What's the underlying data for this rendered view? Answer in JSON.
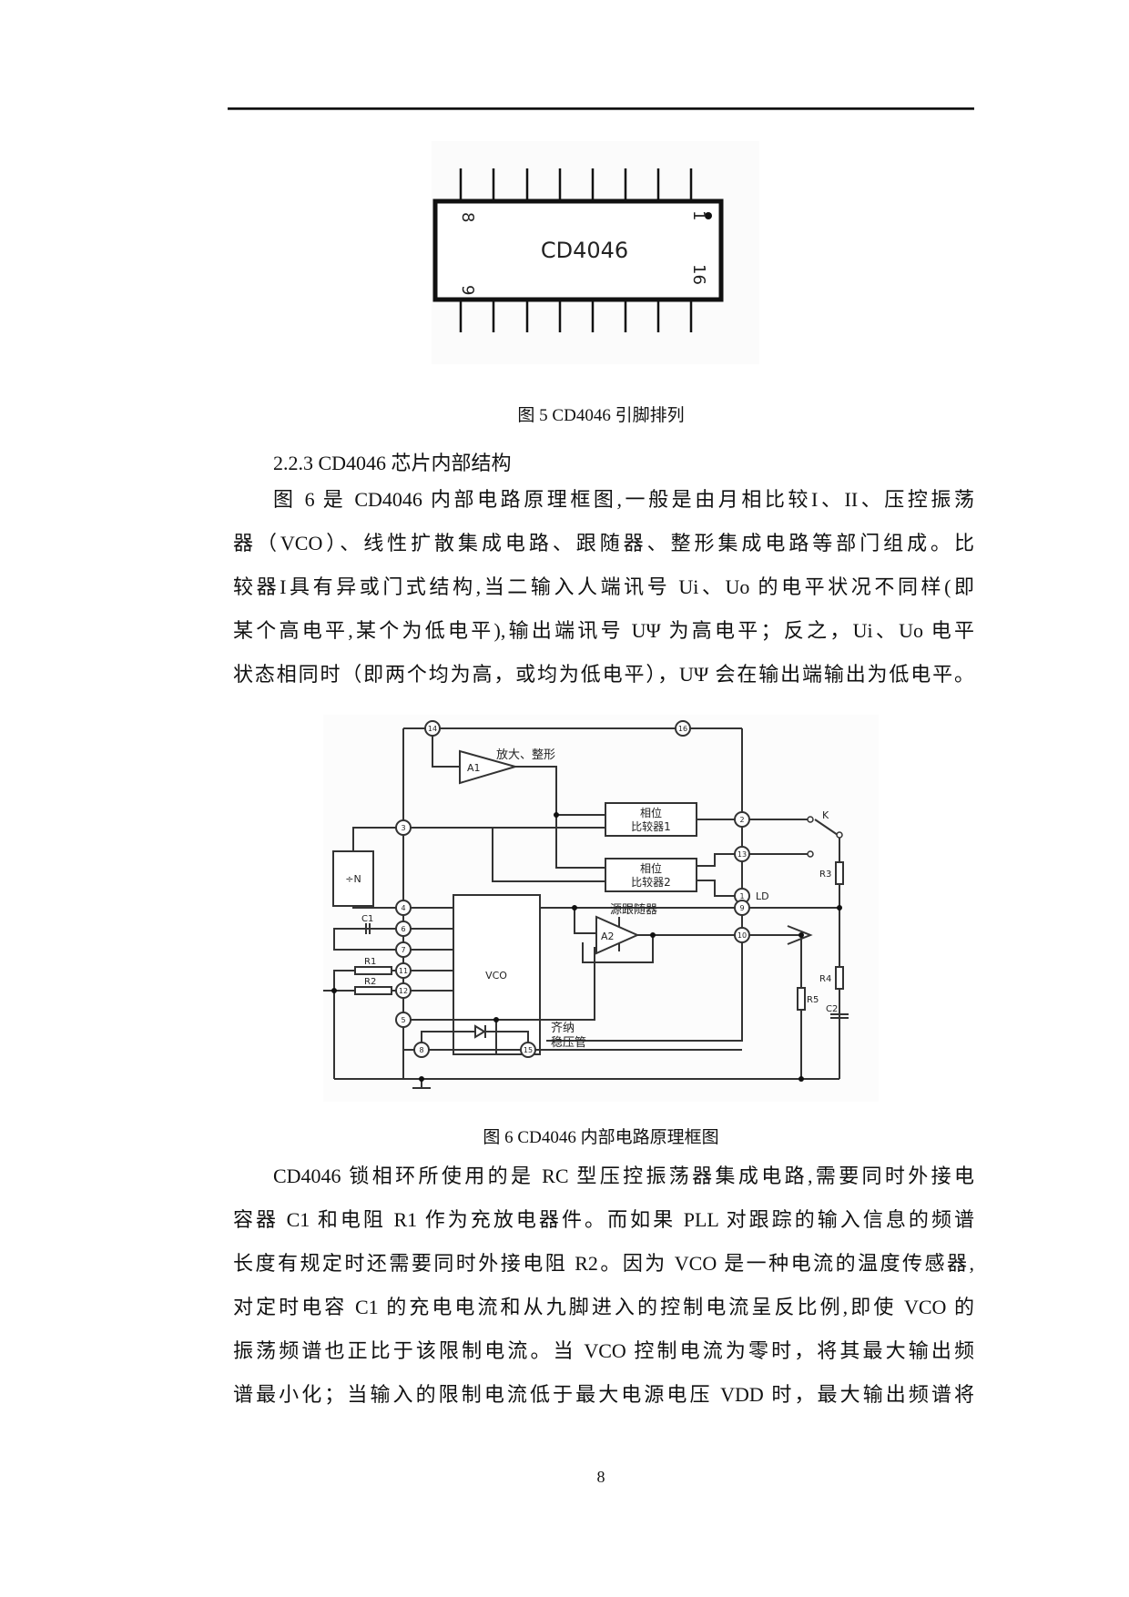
{
  "page": {
    "page_number": "8"
  },
  "figure5": {
    "chip_label": "CD4046",
    "pin_labels": {
      "top_left": "8",
      "top_right": "1",
      "bottom_left": "9",
      "bottom_right": "16"
    },
    "caption": "图 5 CD4046 引脚排列"
  },
  "section": {
    "heading": "2.2.3 CD4046 芯片内部结构"
  },
  "paragraph1": {
    "lines": [
      "图 6 是 CD4046 内部电路原理框图,一般是由月相比较I、II、压控振荡",
      "器（VCO）、线性扩散集成电路、跟随器、整形集成电路等部门组成。比",
      "较器I具有异或门式结构,当二输入人端讯号 Ui、Uo 的电平状况不同样(即",
      "某个高电平,某个为低电平),输出端讯号 UΨ 为高电平；反之，Ui、Uo 电平",
      "状态相同时（即两个均为高，或均为低电平），UΨ 会在输出端输出为低电平。"
    ]
  },
  "figure6": {
    "caption": "图 6 CD4046 内部电路原理框图",
    "labels": {
      "amp_shaper": "放大、整形",
      "a1": "A1",
      "a2": "A2",
      "comparator1_line1": "相位",
      "comparator1_line2": "比较器1",
      "comparator2_line1": "相位",
      "comparator2_line2": "比较器2",
      "divider": "÷N",
      "vco": "VCO",
      "source_follower": "源跟随器",
      "zener_line1": "齐纳",
      "zener_line2": "稳压管",
      "switch": "K",
      "ld": "LD",
      "c1": "C1",
      "c2": "C2",
      "r1": "R1",
      "r2": "R2",
      "r3": "R3",
      "r4": "R4",
      "r5": "R5"
    },
    "pins": [
      "14",
      "16",
      "3",
      "2",
      "13",
      "1",
      "4",
      "6",
      "7",
      "9",
      "10",
      "11",
      "12",
      "5",
      "8",
      "15"
    ]
  },
  "paragraph2": {
    "lines": [
      "CD4046 锁相环所使用的是 RC 型压控振荡器集成电路,需要同时外接电",
      "容器 C1 和电阻 R1 作为充放电器件。而如果 PLL 对跟踪的输入信息的频谱",
      "长度有规定时还需要同时外接电阻 R2。因为 VCO 是一种电流的温度传感器,",
      "对定时电容 C1 的充电电流和从九脚进入的控制电流呈反比例,即使 VCO 的",
      "振荡频谱也正比于该限制电流。当 VCO 控制电流为零时，将其最大输出频",
      "谱最小化；当输入的限制电流低于最大电源电压 VDD 时，最大输出频谱将"
    ]
  }
}
